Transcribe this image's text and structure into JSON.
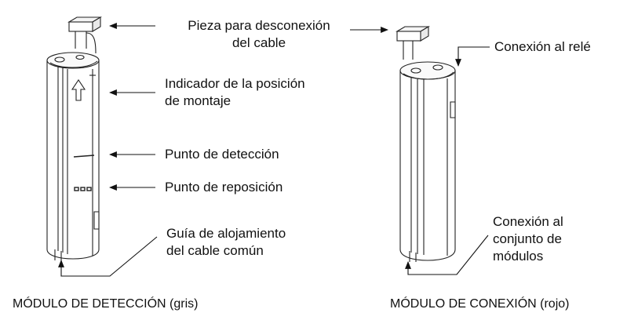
{
  "labels": {
    "cable_release": "Pieza para desconexión\ndel cable",
    "mounting_indicator": "Indicador de la posición\nde montaje",
    "detection_point": "Punto de detección",
    "reset_point": "Punto de reposición",
    "common_cable_guide": "Guía de alojamiento\ndel cable común",
    "relay_connection": "Conexión al relé",
    "module_set_connection": "Conexión al\nconjunto de\nmódulos"
  },
  "captions": {
    "detection_module": "MÓDULO DE DETECCIÓN",
    "detection_module_color": "(gris)",
    "connection_module": "MÓDULO DE CONEXIÓN",
    "connection_module_color": "(rojo)"
  }
}
